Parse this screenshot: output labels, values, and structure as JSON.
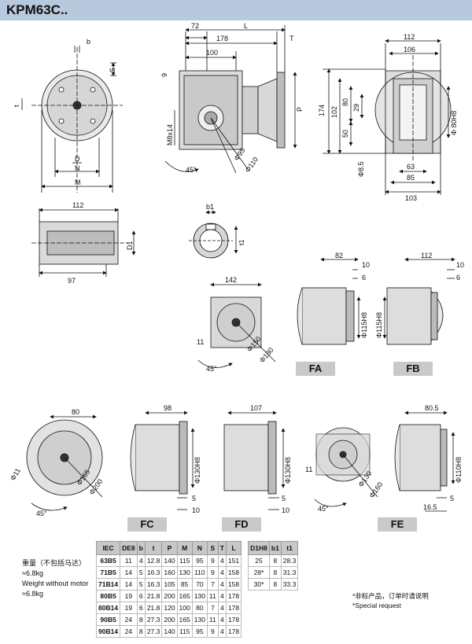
{
  "page_title": "KPM63C..",
  "views": {
    "top_left": {
      "b": "b",
      "S": "S",
      "t": "t",
      "D": "D",
      "N": "N",
      "M": "M"
    },
    "top_middle": {
      "d72": "72",
      "L": "L",
      "d178": "178",
      "T": "T",
      "d100": "100",
      "d9": "9",
      "P": "P",
      "M8x14": "M8x14",
      "phi95": "Φ95",
      "phi110": "Φ110",
      "a45": "45°"
    },
    "top_right": {
      "d112": "112",
      "d106": "106",
      "d174": "174",
      "d102": "102",
      "d80": "80",
      "d29": "29",
      "d50": "50",
      "phi80": "Φ 80H8",
      "phi8_5": "Φ8.5",
      "d63": "63",
      "d85": "85",
      "d103": "103"
    },
    "shaft": {
      "d112": "112",
      "D1": "D1",
      "d97": "97"
    },
    "keyway": {
      "b1": "b1",
      "t1": "t1"
    },
    "flange_a": {
      "d142": "142",
      "phi150": "Φ150",
      "phi180": "Φ180",
      "d11": "11",
      "a45": "45°"
    },
    "fa": {
      "label": "FA",
      "d82": "82",
      "d10": "10",
      "d6": "6",
      "phi": "Φ115H8"
    },
    "fb": {
      "label": "FB",
      "d112": "112",
      "d10": "10",
      "d6": "6",
      "phi": "Φ115H8"
    },
    "flange_c": {
      "d80": "80",
      "phi11": "Φ11",
      "phi165": "Φ165",
      "phi200": "Φ200",
      "a45": "45°"
    },
    "fc": {
      "label": "FC",
      "d98": "98",
      "phi": "Φ130H8",
      "d5": "5",
      "d10": "10"
    },
    "fd": {
      "label": "FD",
      "d107": "107",
      "phi": "Φ130H8",
      "d5": "5",
      "d10": "10"
    },
    "flange_e": {
      "d11": "11",
      "phi130": "Φ130",
      "phi160": "Φ160",
      "a45": "45°"
    },
    "fe": {
      "label": "FE",
      "d80_5": "80.5",
      "phi": "Φ110H8",
      "d5": "5",
      "d16_5": "16.5"
    }
  },
  "weight_note": {
    "cn": "重量（不包括马达）",
    "cn_value": "≈6.8kg",
    "en": "Weight without motor",
    "en_value": "≈6.8kg"
  },
  "table": {
    "headers": [
      "IEC",
      "DE8",
      "b",
      "t",
      "P",
      "M",
      "N",
      "S",
      "T",
      "L"
    ],
    "rows": [
      [
        "63B5",
        "11",
        "4",
        "12.8",
        "140",
        "115",
        "95",
        "9",
        "4",
        "151"
      ],
      [
        "71B5",
        "14",
        "5",
        "16.3",
        "160",
        "130",
        "110",
        "9",
        "4",
        "158"
      ],
      [
        "71B14",
        "14",
        "5",
        "16.3",
        "105",
        "85",
        "70",
        "7",
        "4",
        "158"
      ],
      [
        "80B5",
        "19",
        "6",
        "21.8",
        "200",
        "165",
        "130",
        "11",
        "4",
        "178"
      ],
      [
        "80B14",
        "19",
        "6",
        "21.8",
        "120",
        "100",
        "80",
        "7",
        "4",
        "178"
      ],
      [
        "90B5",
        "24",
        "8",
        "27.3",
        "200",
        "165",
        "130",
        "11",
        "4",
        "178"
      ],
      [
        "90B14",
        "24",
        "8",
        "27.3",
        "140",
        "115",
        "95",
        "9",
        "4",
        "178"
      ]
    ],
    "side_headers": [
      "D1H8",
      "b1",
      "t1"
    ],
    "side_rows": [
      [
        "25",
        "8",
        "28.3"
      ],
      [
        "28*",
        "8",
        "31.3"
      ],
      [
        "30*",
        "8",
        "33.3"
      ]
    ]
  },
  "special_note": {
    "cn": "*非标产品，订单时请说明",
    "en": "*Special request"
  }
}
